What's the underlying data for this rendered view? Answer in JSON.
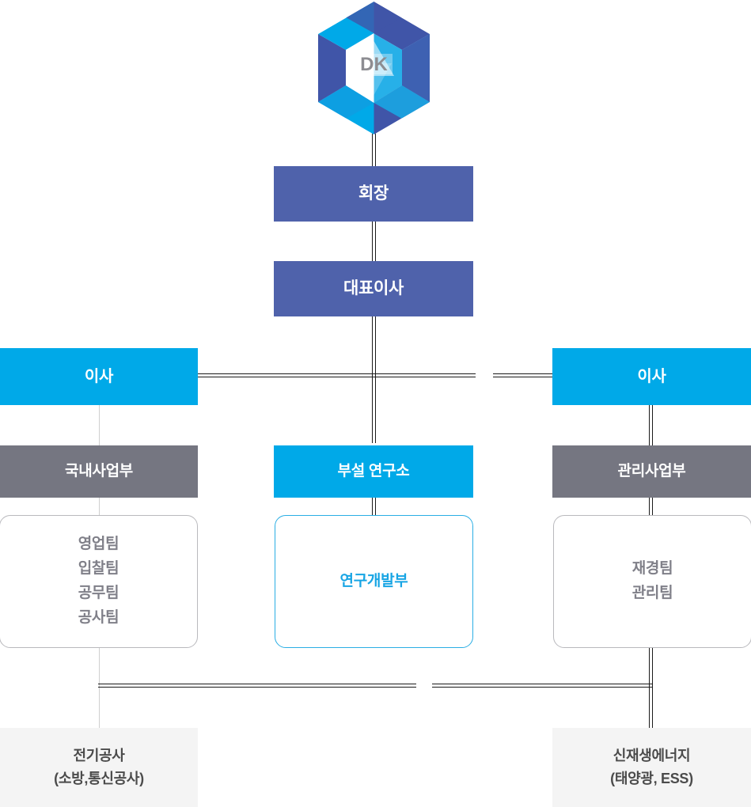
{
  "chart": {
    "type": "org-chart",
    "title": "",
    "company_logo": {
      "name": "dk-hexagon-pinwheel-logo",
      "wordmark": "DK",
      "colors": [
        "#00a9e8",
        "#1aa8e0",
        "#4055a8",
        "#4f62ab"
      ]
    },
    "colors": {
      "executive": "#4f62ab",
      "director": "#00a9e8",
      "division_gray": "#757681",
      "division_cyan": "#00a9e8",
      "team_text_gray": "#808089",
      "team_text_cyan": "#18a5e4",
      "tile_background": "#f4f4f4",
      "connector": "#1a1a1a",
      "connector_light": "#cfcfcf"
    },
    "levels": {
      "executives": [
        {
          "id": "chairman",
          "label": "회장"
        },
        {
          "id": "ceo",
          "label": "대표이사"
        }
      ],
      "directors": [
        {
          "id": "director-left",
          "label": "이사"
        },
        {
          "id": "director-right",
          "label": "이사"
        }
      ],
      "divisions": [
        {
          "id": "domestic-business",
          "label": "국내사업부",
          "style": "gray"
        },
        {
          "id": "research-institute",
          "label": "부설 연구소",
          "style": "cyan"
        },
        {
          "id": "management-business",
          "label": "관리사업부",
          "style": "gray"
        }
      ],
      "teams": [
        {
          "id": "domestic-teams",
          "style": "gray",
          "members": [
            "영업팀",
            "입찰팀",
            "공무팀",
            "공사팀"
          ],
          "text": "영업팀\n입찰팀\n공무팀\n공사팀"
        },
        {
          "id": "research-teams",
          "style": "cyan",
          "members": [
            "연구개발부"
          ],
          "text": "연구개발부"
        },
        {
          "id": "management-teams",
          "style": "gray",
          "members": [
            "재경팀",
            "관리팀"
          ],
          "text": "재경팀\n관리팀"
        }
      ],
      "business_areas": [
        {
          "id": "electrical-construction",
          "title": "전기공사",
          "subtitle": "(소방,통신공사)",
          "text": "전기공사\n(소방,통신공사)"
        },
        {
          "id": "renewable-energy",
          "title": "신재생에너지",
          "subtitle": "(태양광, ESS)",
          "text": "신재생에너지\n(태양광, ESS)"
        }
      ]
    }
  }
}
